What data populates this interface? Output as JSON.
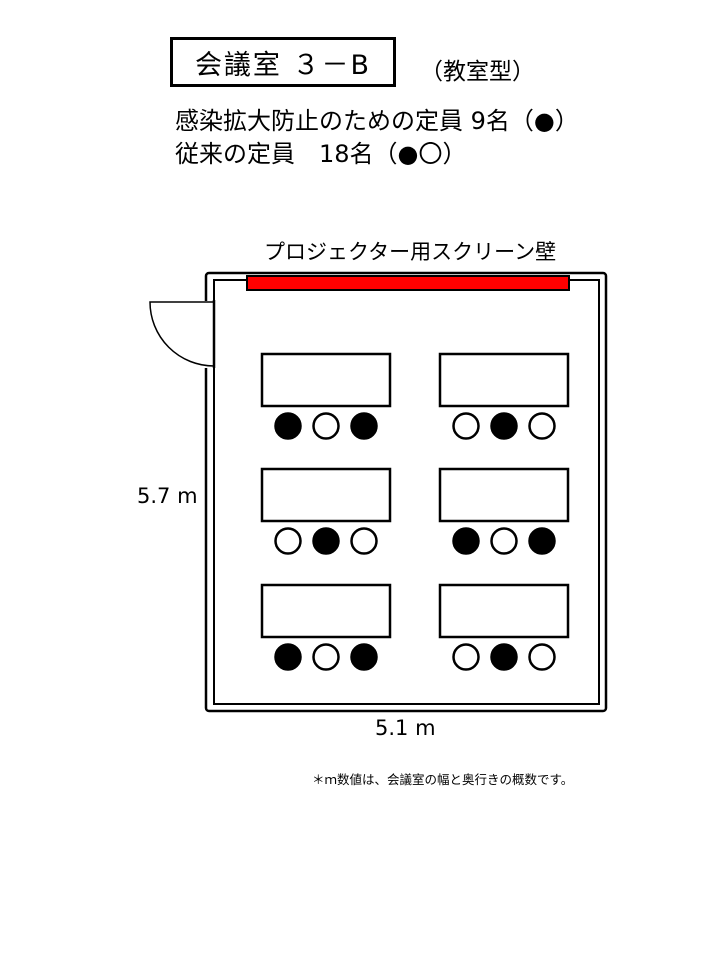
{
  "header": {
    "room_name": "会議室 ３－B",
    "layout_type": "（教室型）"
  },
  "capacity": {
    "covid_line": "感染拡大防止のための定員 9名（●）",
    "normal_line": "従来の定員　18名（●〇）"
  },
  "floor_plan": {
    "screen_label": "プロジェクター用スクリーン壁",
    "screen_color": "#ff0000",
    "height_label": "5.7 m",
    "width_label": "5.1 m",
    "desks": [
      {
        "seats": [
          "filled",
          "empty",
          "filled"
        ]
      },
      {
        "seats": [
          "empty",
          "filled",
          "empty"
        ]
      },
      {
        "seats": [
          "empty",
          "filled",
          "empty"
        ]
      },
      {
        "seats": [
          "filled",
          "empty",
          "filled"
        ]
      },
      {
        "seats": [
          "filled",
          "empty",
          "filled"
        ]
      },
      {
        "seats": [
          "empty",
          "filled",
          "empty"
        ]
      }
    ]
  },
  "footnote": "＊ｍ数値は、会議室の幅と奥行きの概数です。"
}
